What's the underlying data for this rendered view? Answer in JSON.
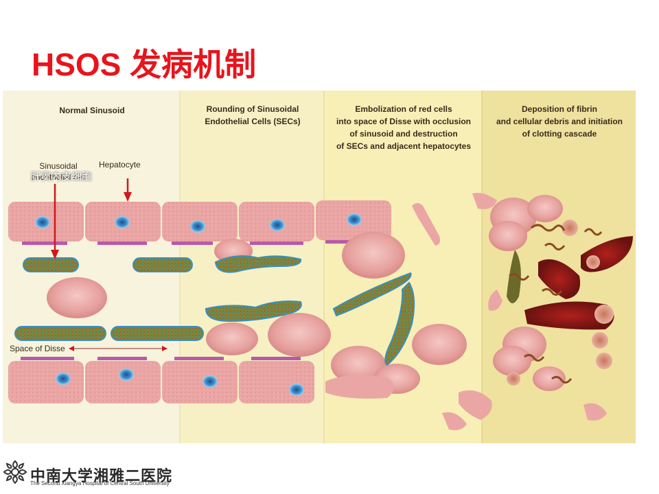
{
  "slide": {
    "title": "HSOS 发病机制"
  },
  "diagram": {
    "panels": [
      {
        "heading": "Normal Sinusoid"
      },
      {
        "heading": "Rounding of Sinusoidal\nEndothelial Cells (SECs)"
      },
      {
        "heading": "Embolization of red cells\ninto space of Disse with occlusion\nof sinusoid and destruction\nof SECs and adjacent hepatocytes"
      },
      {
        "heading": "Deposition of fibrin\nand cellular debris and initiation\nof clotting cascade"
      }
    ],
    "labels": {
      "sec": "Sinusoidal\nendothelial cell",
      "hepatocyte": "Hepatocyte",
      "space_of_disse": "Space of Disse",
      "overlay_cn": "肝窦内皮细胞"
    },
    "colors": {
      "panel1": "#f7f3dc",
      "panel2": "#f6f0c4",
      "panel3": "#f7efb6",
      "panel4": "#efe19e",
      "cell": "#e8a0a0",
      "rbc": "#e4a2a0",
      "arrow": "#d0181c"
    }
  },
  "footer": {
    "logo_icon": "hospital-emblem-icon",
    "name_cn": "中南大学湘雅二医院",
    "name_en": "The Second Xiangya Hospital of Central South University"
  }
}
